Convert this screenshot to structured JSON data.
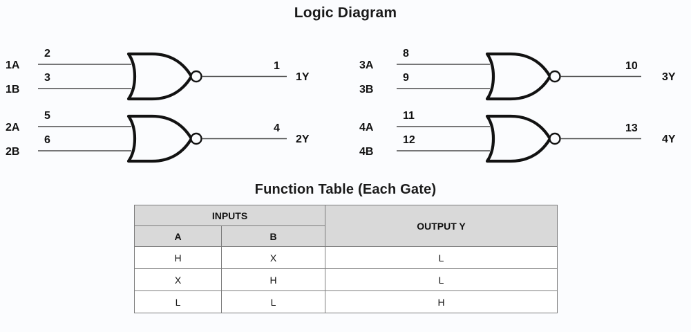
{
  "diagram": {
    "title": "Logic Diagram",
    "gates": [
      {
        "id": "gate-1",
        "type": "nor-gate",
        "input_a_label": "1A",
        "input_a_pin": "2",
        "input_b_label": "1B",
        "input_b_pin": "3",
        "output_label": "1Y",
        "output_pin": "1"
      },
      {
        "id": "gate-2",
        "type": "nor-gate",
        "input_a_label": "2A",
        "input_a_pin": "5",
        "input_b_label": "2B",
        "input_b_pin": "6",
        "output_label": "2Y",
        "output_pin": "4"
      },
      {
        "id": "gate-3",
        "type": "nor-gate",
        "input_a_label": "3A",
        "input_a_pin": "8",
        "input_b_label": "3B",
        "input_b_pin": "9",
        "output_label": "3Y",
        "output_pin": "10"
      },
      {
        "id": "gate-4",
        "type": "nor-gate",
        "input_a_label": "4A",
        "input_a_pin": "11",
        "input_b_label": "4B",
        "input_b_pin": "12",
        "output_label": "4Y",
        "output_pin": "13"
      }
    ]
  },
  "function_table": {
    "title": "Function Table (Each Gate)",
    "header_group_inputs": "INPUTS",
    "header_output": "OUTPUT Y",
    "header_a": "A",
    "header_b": "B",
    "rows": [
      {
        "a": "H",
        "b": "X",
        "y": "L"
      },
      {
        "a": "X",
        "b": "H",
        "y": "L"
      },
      {
        "a": "L",
        "b": "L",
        "y": "H"
      }
    ]
  },
  "colors": {
    "background": "#fbfcfe",
    "ink": "#111111",
    "wire": "#4a4a4a",
    "header_fill": "#d9d9d9",
    "border": "#7b7b7b"
  }
}
